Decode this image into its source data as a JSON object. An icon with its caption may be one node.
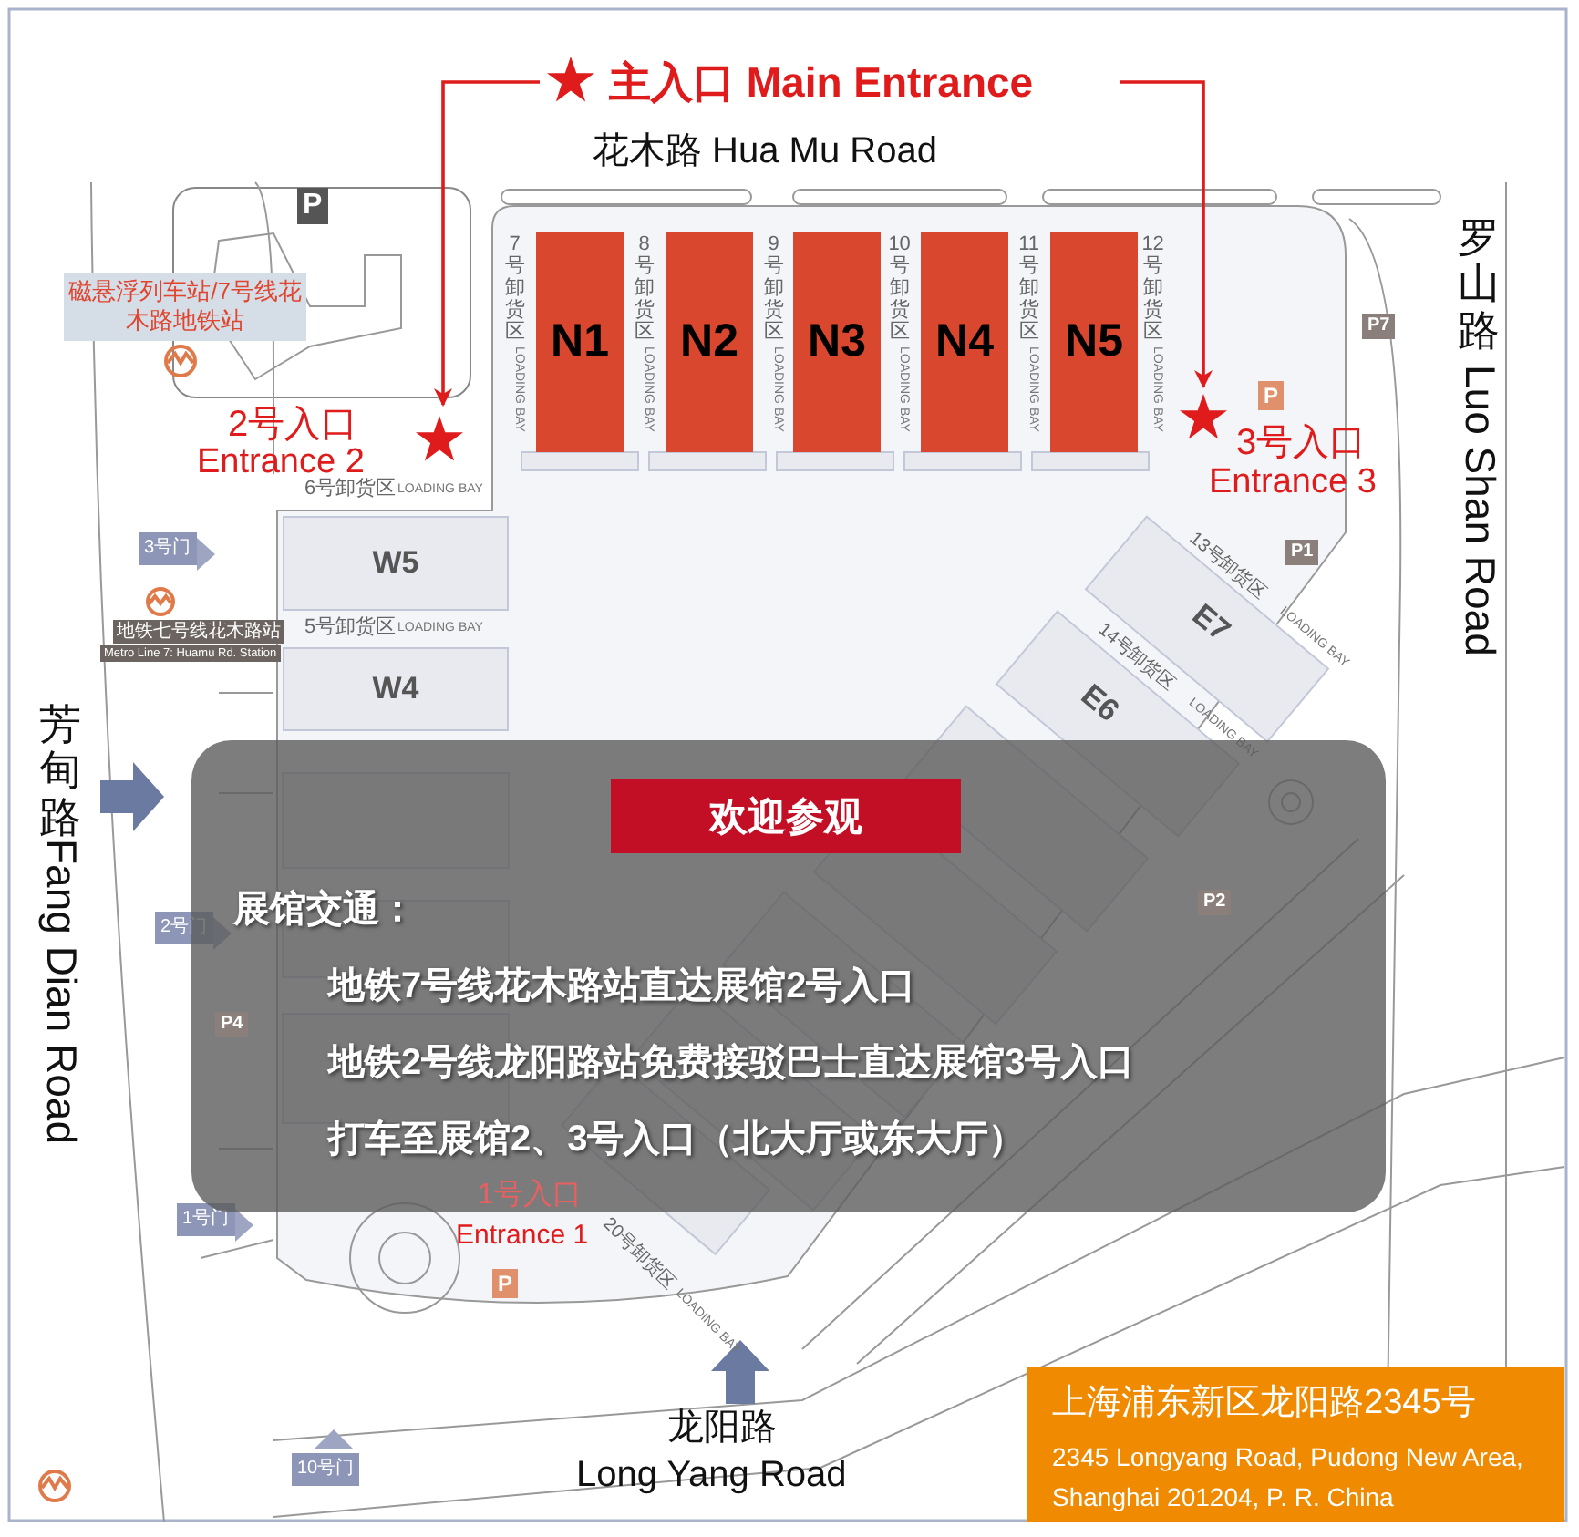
{
  "diagram": {
    "nodes": [
      {
        "text": [
          "主入口 Main Entrance"
        ]
      },
      {
        "text": [
          "N1"
        ]
      },
      {
        "text": [
          "N2"
        ]
      },
      {
        "text": [
          "N3"
        ]
      },
      {
        "text": [
          "N4"
        ]
      },
      {
        "text": [
          "N5"
        ]
      },
      {
        "text": [
          "2号入口",
          "Entrance 2"
        ]
      },
      {
        "text": [
          "3号入口",
          "Entrance 3"
        ]
      },
      {
        "text": [
          "W5"
        ]
      },
      {
        "text": [
          "E7"
        ]
      },
      {
        "text": [
          "W4"
        ]
      },
      {
        "text": [
          "E6"
        ]
      },
      {
        "text": [
          "1号入口",
          "Entrance 1"
        ]
      },
      {
        "text": [
          "展馆交通：",
          "地铁7号线花木路站直达展馆2号入口",
          "地铁2号线龙阳路站免费接驳巴士直达展馆3号入口",
          "打车至展馆2、3号入口（北大厅或东大厅）"
        ]
      },
      {
        "text": [
          "欢迎参观"
        ],
        "in": 13
      },
      {
        "text": [
          "上海浦东新区龙阳路2345号",
          "2345 Longyang Road, Pudong New Area, Shanghai 201204, P. R. China"
        ]
      }
    ],
    "edges": [
      {
        "from": 0,
        "to": 6,
        "arrow": "to"
      },
      {
        "from": 0,
        "to": 7,
        "arrow": "to"
      }
    ],
    "labels": [
      "花木路 Hua Mu Road",
      "7号卸货区",
      "LOADING BAY",
      "8号卸货区",
      "LOADING BAY",
      "9号卸货区",
      "LOADING BAY",
      "10号卸货区",
      "LOADING BAY",
      "11号卸货区",
      "LOADING BAY",
      "12号卸货区",
      "LOADING BAY",
      "6号卸货区",
      "LOADING BAY",
      "5号卸货区",
      "LOADING BAY",
      "13号卸货区",
      "LOADING BAY",
      "14号卸货区",
      "LOADING BAY",
      "20号卸货区",
      "LOADING BAY",
      "罗山路",
      "Luo Shan Road",
      "芳甸路",
      "Fang Dian Road",
      "龙阳路",
      "Long Yang Road",
      "3号门",
      "2号门",
      "1号门",
      "10号门",
      "P",
      "P7",
      "P",
      "P1",
      "P4",
      "P2",
      "P",
      "磁悬浮列车站/7号线花木路地铁站",
      "地铁七号线花木路站",
      "Metro Line 7: Huamu Rd. Station"
    ]
  }
}
